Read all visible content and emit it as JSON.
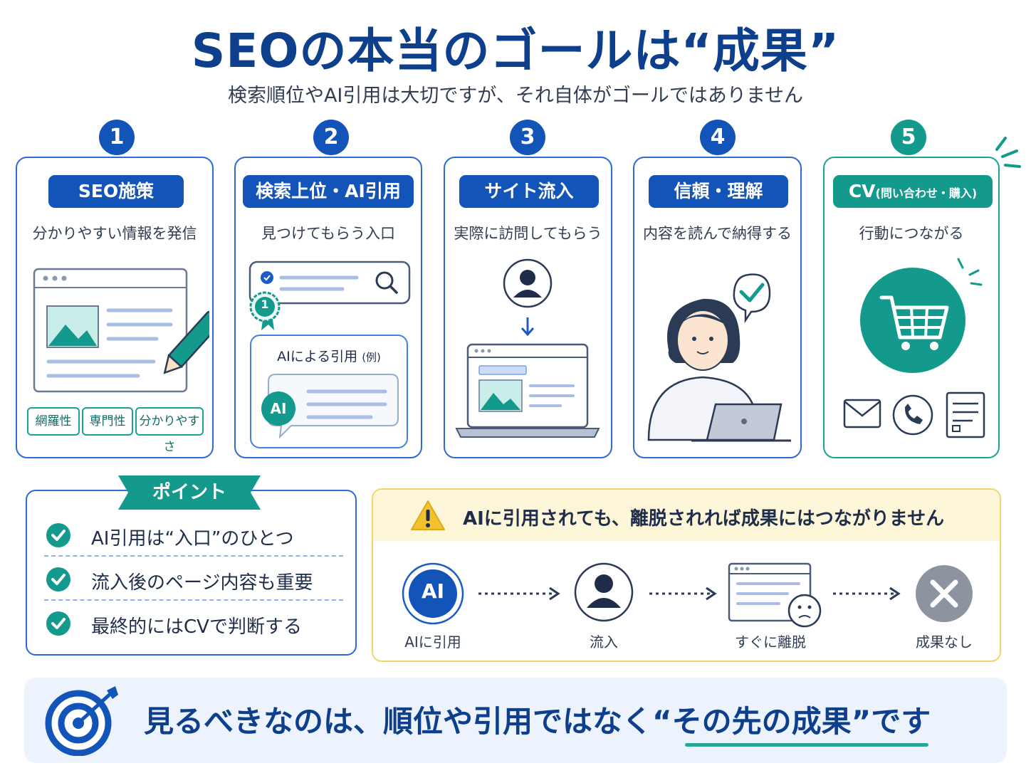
{
  "title": "SEOの本当のゴールは“成果”",
  "subtitle": "検索順位やAI引用は大切ですが、それ自体がゴールではありません",
  "steps": [
    {
      "num": "1",
      "label": "SEO施策",
      "desc": "分かりやすい情報を発信",
      "tags": [
        "網羅性",
        "専門性",
        "分かりやすさ"
      ]
    },
    {
      "num": "2",
      "label": "検索上位・AI引用",
      "desc": "見つけてもらう入口",
      "ai_box_title": "AIによる引用",
      "ai_box_title_small": "(例)",
      "ai_badge": "AI",
      "rank_badge": "1"
    },
    {
      "num": "3",
      "label": "サイト流入",
      "desc": "実際に訪問してもらう"
    },
    {
      "num": "4",
      "label": "信頼・理解",
      "desc": "内容を読んで納得する"
    },
    {
      "num": "5",
      "label": "CV",
      "label_small": "(問い合わせ・購入)",
      "desc": "行動につながる"
    }
  ],
  "point": {
    "label": "ポイント",
    "items": [
      "AI引用は“入口”のひとつ",
      "流入後のページ内容も重要",
      "最終的にはCVで判断する"
    ]
  },
  "warning": {
    "text": "AIに引用されても、離脱されれば成果にはつながりません",
    "flow": [
      {
        "label": "AIに引用",
        "icon_text": "AI"
      },
      {
        "label": "流入"
      },
      {
        "label": "すぐに離脱"
      },
      {
        "label": "成果なし"
      }
    ]
  },
  "bottom": {
    "text_before": "見るべきなのは、順位や引用ではなく",
    "highlight": "“その先の成果”",
    "text_after": "です"
  },
  "colors": {
    "blue": "#1254b8",
    "navy": "#0d3f8c",
    "teal": "#139a8c",
    "warn_yellow": "#f2c12e",
    "bg_light": "#edf3fd"
  }
}
